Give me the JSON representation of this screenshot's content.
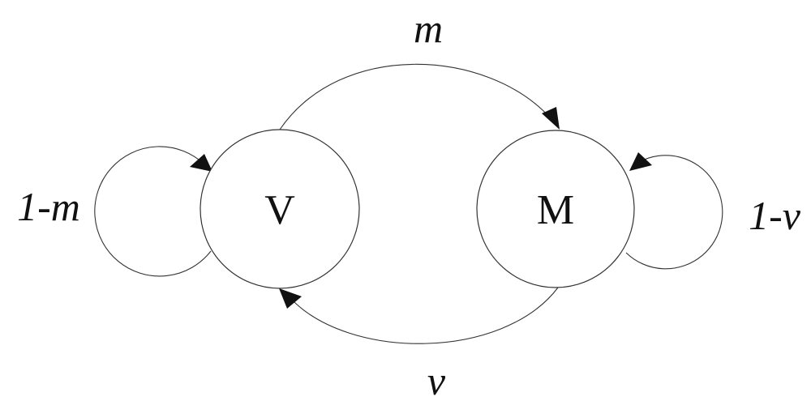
{
  "states": [
    {
      "id": "V",
      "label": "V"
    },
    {
      "id": "M",
      "label": "M"
    }
  ],
  "transitions": [
    {
      "from": "V",
      "to": "M",
      "label": "m"
    },
    {
      "from": "M",
      "to": "V",
      "label": "v"
    },
    {
      "from": "V",
      "to": "V",
      "label": "1-m"
    },
    {
      "from": "M",
      "to": "M",
      "label": "1-v"
    }
  ],
  "colors": {
    "stroke": "#333333",
    "arrowhead": "#111111",
    "background": "#ffffff"
  }
}
